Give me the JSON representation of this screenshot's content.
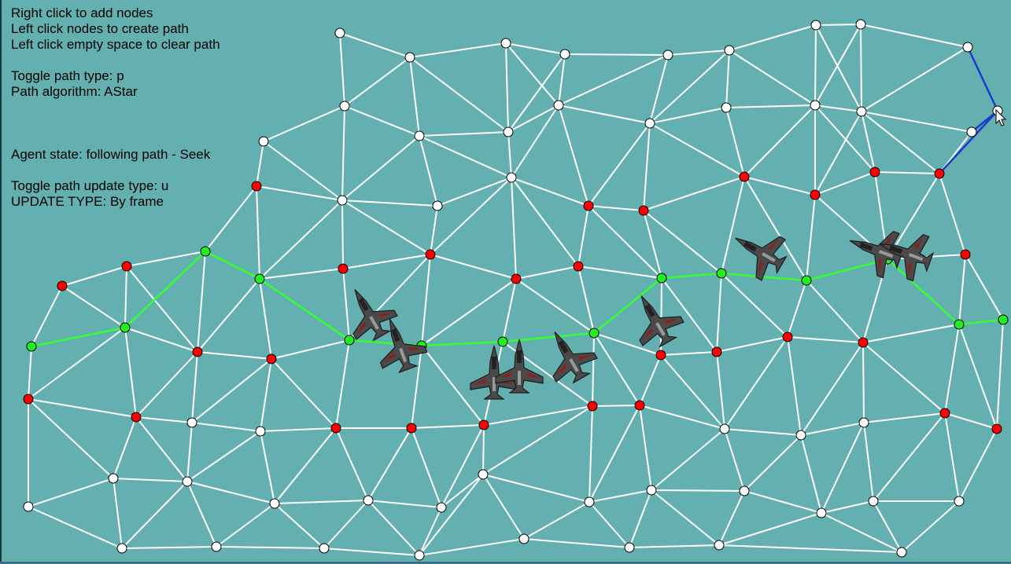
{
  "instructions": {
    "add_nodes": "Right click to add nodes",
    "create_path": "Left click nodes to create path",
    "clear_path": "Left click empty space to clear path",
    "toggle_path_type": "Toggle path type: p",
    "path_algorithm": "Path algorithm: AStar",
    "agent_state": "Agent state: following path - Seek",
    "toggle_update_type": "Toggle path update type: u",
    "update_type": "UPDATE TYPE: By frame"
  },
  "colors": {
    "background": "#64b0b0",
    "edge": "#ffffff",
    "node_default": "#ffffff",
    "node_blocked": "#ff0000",
    "node_path": "#22ee22",
    "path_edge": "#33ff33",
    "selected_edge": "#1a3acc"
  },
  "icons": [
    "cursor-icon",
    "spaceship-icon"
  ]
}
